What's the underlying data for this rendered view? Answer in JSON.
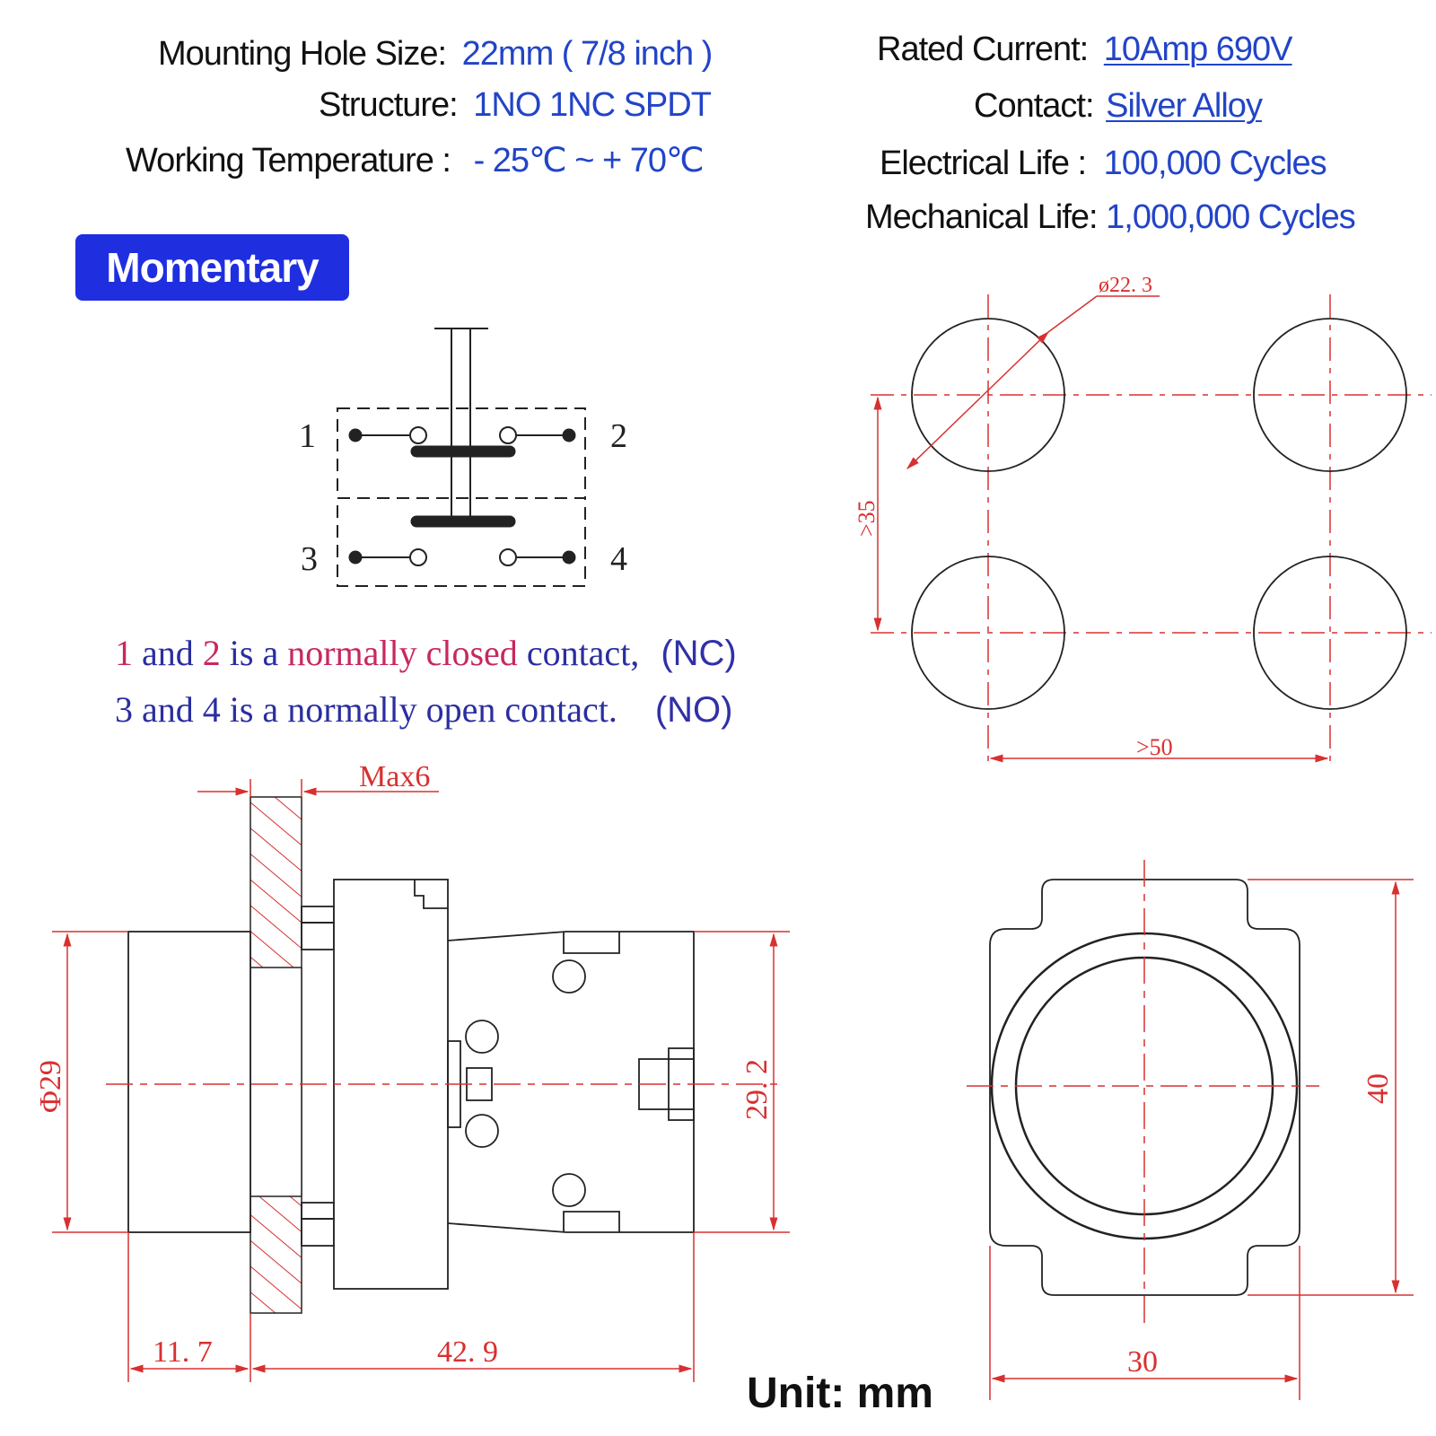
{
  "specs_left": {
    "mounting_hole": {
      "label": "Mounting Hole  Size:",
      "value": "22mm ( 7/8 inch )"
    },
    "structure": {
      "label": "Structure:",
      "value": "1NO  1NC  SPDT"
    },
    "working_temp": {
      "label": "Working Temperature :",
      "value": "- 25℃ ~ + 70℃"
    }
  },
  "specs_right": {
    "rated_current": {
      "label": "Rated  Current:",
      "value": "10Amp  690V"
    },
    "contact": {
      "label": "Contact:",
      "value": "Silver  Alloy"
    },
    "electrical_life": {
      "label": "Electrical  Life :",
      "value": "100,000 Cycles"
    },
    "mechanical_life": {
      "label": "Mechanical Life:",
      "value": "1,000,000 Cycles"
    }
  },
  "badge": "Momentary",
  "terminals": {
    "t1": "1",
    "t2": "2",
    "t3": "3",
    "t4": "4"
  },
  "nc_note": {
    "a": "1",
    "b": " and ",
    "c": "2",
    "d": " is a ",
    "e": "normally closed",
    "f": " contact,",
    "tag": "(NC)"
  },
  "no_note": {
    "text": "3 and 4 is a normally open contact.",
    "tag": "(NO)"
  },
  "hole_dims": {
    "diameter": "ø22. 3",
    "vertical": ">35",
    "horizontal": ">50"
  },
  "side_dims": {
    "max": "Max6",
    "diameter": "Φ29",
    "height": "29. 2",
    "front": "11. 7",
    "length": "42. 9"
  },
  "front_dims": {
    "height": "40",
    "width": "30"
  },
  "unit": "Unit: mm",
  "colors": {
    "value_blue": "#2244c8",
    "badge_blue": "#1f2fe0",
    "dimension_red": "#d83030",
    "nc_pink": "#c8285e"
  }
}
